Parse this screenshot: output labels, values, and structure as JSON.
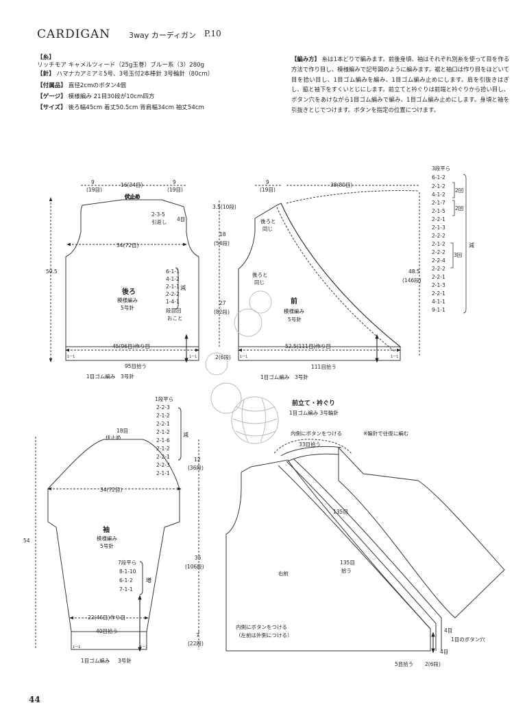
{
  "header": {
    "title": "CARDIGAN",
    "subtitle": "3way カーディガン",
    "page_ref": "P.10"
  },
  "materials": {
    "yarn": {
      "label": "【糸】",
      "value": "リッチモア キャメルツィード（25g玉巻）ブルー系（3）280g"
    },
    "needle": {
      "label": "【針】",
      "value": "ハマナカアミアミ5号、3号玉付2本棒針 3号輪針（80cm）"
    },
    "notions": {
      "label": "【付属品】",
      "value": "直径2cmのボタン4個"
    },
    "gauge": {
      "label": "【ゲージ】",
      "value": "模様編み 21目30段が10cm四方"
    },
    "size": {
      "label": "【サイズ】",
      "value": "後ろ幅45cm 着丈50.5cm 背肩幅34cm 袖丈54cm"
    }
  },
  "instructions": {
    "label": "【編み方】",
    "text": "糸は1本どりで編みます。前後身頃、袖はそれぞれ別糸を使って目を作る方法で作り目し、模様編みで記号図のように編みます。裾と袖口は作り目をほどいて目を拾い目し、1目ゴム編みを編み、1目ゴム編み止めにします。肩を引抜きはぎし、脇と袖下をすくいとじにします。前立てと衿ぐりは前端と衿ぐりから拾い目し、ボタン穴をあけながら1目ゴム編みで編み、1目ゴム編み止めにします。身頃と袖を引抜きとじでつけます。ボタンを指定の位置につけます。"
  },
  "back": {
    "top_left_w": "9",
    "top_left_st": "(19目)",
    "neck_w": "16(34目)",
    "top_right_w": "9",
    "top_right_st": "(19目)",
    "bind_off": "伏止め",
    "shoulder_note_1": "2-3-5",
    "shoulder_note_2": "引返し",
    "shoulder_rows": "4目",
    "chest": "34(72目)",
    "length": "50.5",
    "title": "後ろ",
    "pattern": "模様編み",
    "needle": "5号針",
    "dec_1": "6-1-1",
    "dec_2": "4-1-2",
    "dec_3": "2-1-1",
    "dec_4": "2-2-2",
    "dec_5": "1-4-1",
    "dec_6": "段目回",
    "dec_7": "おこと",
    "dec_label": "減",
    "cast_on": "45(96目)作り目",
    "pickup": "95目拾う",
    "rib": "1目ゴム編み",
    "rib_needle": "3号針",
    "rib_mark": "1一1"
  },
  "front": {
    "top_w": "9",
    "top_st": "(19目)",
    "width_top": "38(80目)",
    "slope_1": "後ろと",
    "slope_2": "同じ",
    "slope_3": "後ろと",
    "slope_4": "同じ",
    "shoulder_h": "3.5(10段)",
    "h_18": "18",
    "h_18_rows": "(54段)",
    "h_27": "27",
    "h_27_rows": "(82段)",
    "h_485": "48.5",
    "h_485_rows": "(146段)",
    "rib_h": "2(6段)",
    "title": "前",
    "pattern": "模様編み",
    "needle": "5号針",
    "cast_on": "52.5(111目)作り目",
    "pickup": "111目拾う",
    "rib": "1目ゴム編み",
    "rib_needle": "3号針",
    "rib_mark": "1一1",
    "side_flat": "3段平ら",
    "side": [
      "6-1-2",
      "2-1-2",
      "4-1-2",
      "2-1-7",
      "2-1-5",
      "2-2-1",
      "2-1-3",
      "2-2-2",
      "2-1-2",
      "2-2-2",
      "2-2-4",
      "2-2-2",
      "2-2-1",
      "2-1-3",
      "2-2-1",
      "4-1-1",
      "9-1-1"
    ],
    "side_rep_1": "2回",
    "side_rep_2": "2回",
    "side_rep_3": "3回",
    "side_dec": "減"
  },
  "sleeve": {
    "top_st": "18目",
    "bind_off": "伏止め",
    "cap_flat": "1段平ら",
    "cap": [
      "2-2-3",
      "2-1-2",
      "2-2-1",
      "2-1-2",
      "2-1-6",
      "2-1-2",
      "2-2-1",
      "2-2-3",
      "2-1-1"
    ],
    "cap_dec": "減",
    "cap_h": "12",
    "cap_h_rows": "(36段)",
    "width": "34(72目)",
    "length": "54",
    "title": "袖",
    "pattern": "模様編み",
    "needle": "5号針",
    "h_35": "35",
    "h_35_rows": "(106段)",
    "h_7": "7",
    "h_7_rows": "(22段)",
    "inc_flat": "7段平ら",
    "inc": [
      "8-1-10",
      "6-1-2",
      "7-1-1"
    ],
    "inc_label": "増",
    "cast_on": "22(46目)作り目",
    "pickup": "40目拾う",
    "rib": "1目ゴム編み",
    "rib_needle": "3号針",
    "rib_mark": "1一1"
  },
  "band": {
    "title": "前立て・衿ぐり",
    "sub": "1目ゴム編み 3号輪針",
    "button_inside": "内側にボタンをつける",
    "neck_pick": "33目拾う",
    "note": "※輪針で往復に編む",
    "pick_135a": "135目",
    "pick_135b": "135目",
    "pick_135b2": "拾う",
    "right_front": "右前",
    "inner_button_1": "内側にボタンをつける",
    "inner_button_2": "（左前は外側につける）",
    "buttonhole": "1目のボタン穴",
    "four_st_a": "4目",
    "four_st_b": "4目",
    "pick_5": "5目拾う",
    "rib_h": "2(6段)"
  },
  "page_number": "44"
}
